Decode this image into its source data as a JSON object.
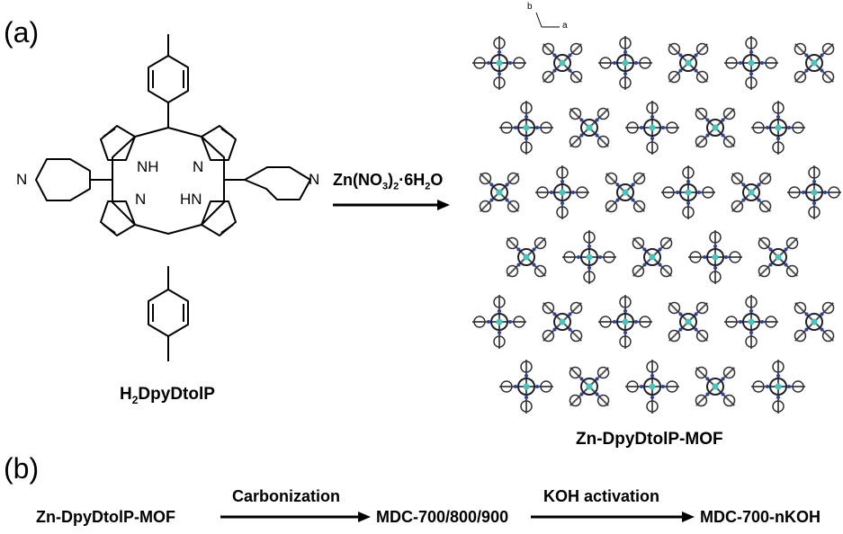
{
  "panel_a": {
    "label": "(a)",
    "molecule": {
      "name_prefix": "H",
      "name_sub": "2",
      "name_rest": "DpyDtolP",
      "atoms": {
        "n_left": "N",
        "n_right": "N",
        "nh_top": "NH",
        "n_top": "N",
        "n_bottom": "N",
        "hn_bottom": "HN"
      }
    },
    "reagent": {
      "part1": "Zn(NO",
      "sub1": "3",
      "part2": ")",
      "sub2": "2",
      "part3": "·6H",
      "sub3": "2",
      "part4": "O"
    },
    "mof_label": "Zn-DpyDtolP-MOF",
    "axes": {
      "b": "b",
      "a": "a"
    }
  },
  "panel_b": {
    "label": "(b)",
    "start": "Zn-DpyDtolP-MOF",
    "step1_label": "Carbonization",
    "middle": "MDC-700/800/900",
    "step2_label": "KOH activation",
    "end": "MDC-700-nKOH"
  },
  "colors": {
    "ink": "#000000",
    "structure": "#555555",
    "zn": "#3fc9c0",
    "nitrogen": "#2a3fb0"
  }
}
